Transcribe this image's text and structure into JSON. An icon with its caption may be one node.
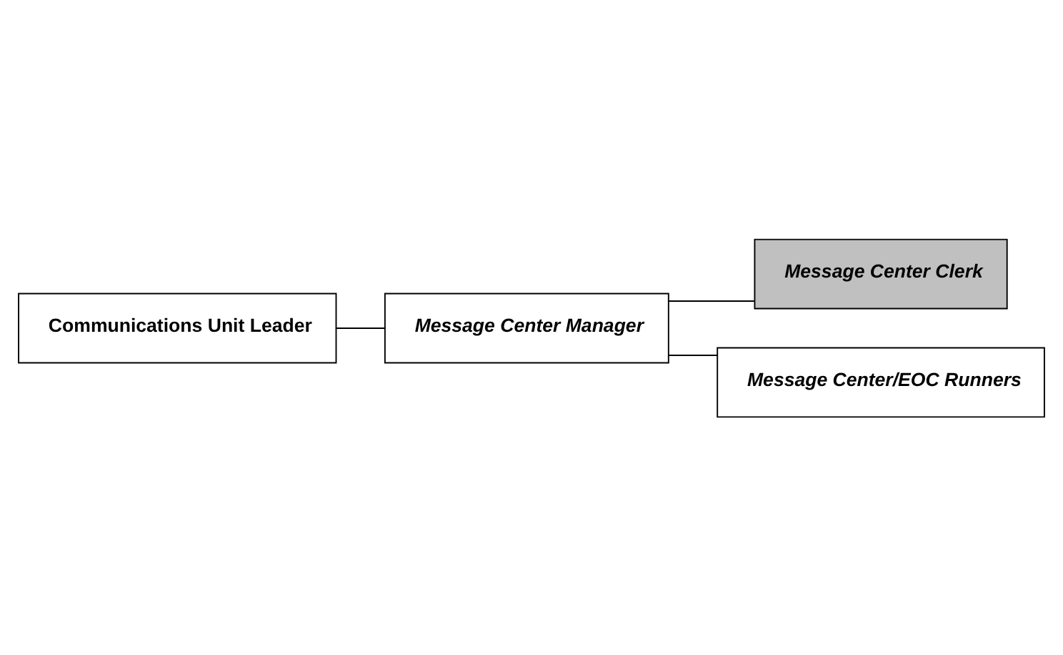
{
  "diagram": {
    "nodes": [
      {
        "text": [
          "Communications Unit Leader"
        ]
      },
      {
        "text": [
          "Message Center Manager"
        ]
      },
      {
        "text": [
          "Message Center Clerk"
        ]
      },
      {
        "text": [
          "Message Center/EOC Runners"
        ]
      }
    ],
    "edges": [
      {
        "from": 0,
        "to": 1,
        "arrow": "none"
      },
      {
        "from": 1,
        "to": 2,
        "arrow": "none"
      },
      {
        "from": 1,
        "to": 3,
        "arrow": "none"
      }
    ]
  }
}
